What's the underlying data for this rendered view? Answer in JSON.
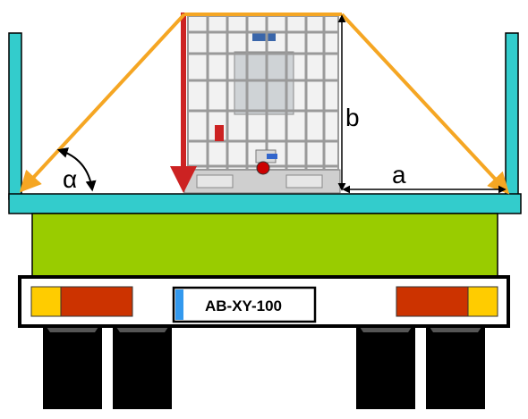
{
  "labels": {
    "alpha": "α",
    "a": "a",
    "b": "b",
    "plate": "AB-XY-100"
  },
  "colors": {
    "deck": "#33cccc",
    "chassis": "#99cc00",
    "strap": "#f5a623",
    "vertical_force": "#cc2222",
    "tail_red": "#cc3300",
    "tail_amber": "#ffcc00",
    "plate_tab": "#3399ee",
    "tire": "#000000",
    "cage": "#9a9a9a",
    "tank": "#f2f2f2",
    "valve": "#cc0000"
  },
  "icons": {
    "container": "ibc-container-icon",
    "tire": "tire-icon",
    "tail_light": "tail-light-icon"
  }
}
